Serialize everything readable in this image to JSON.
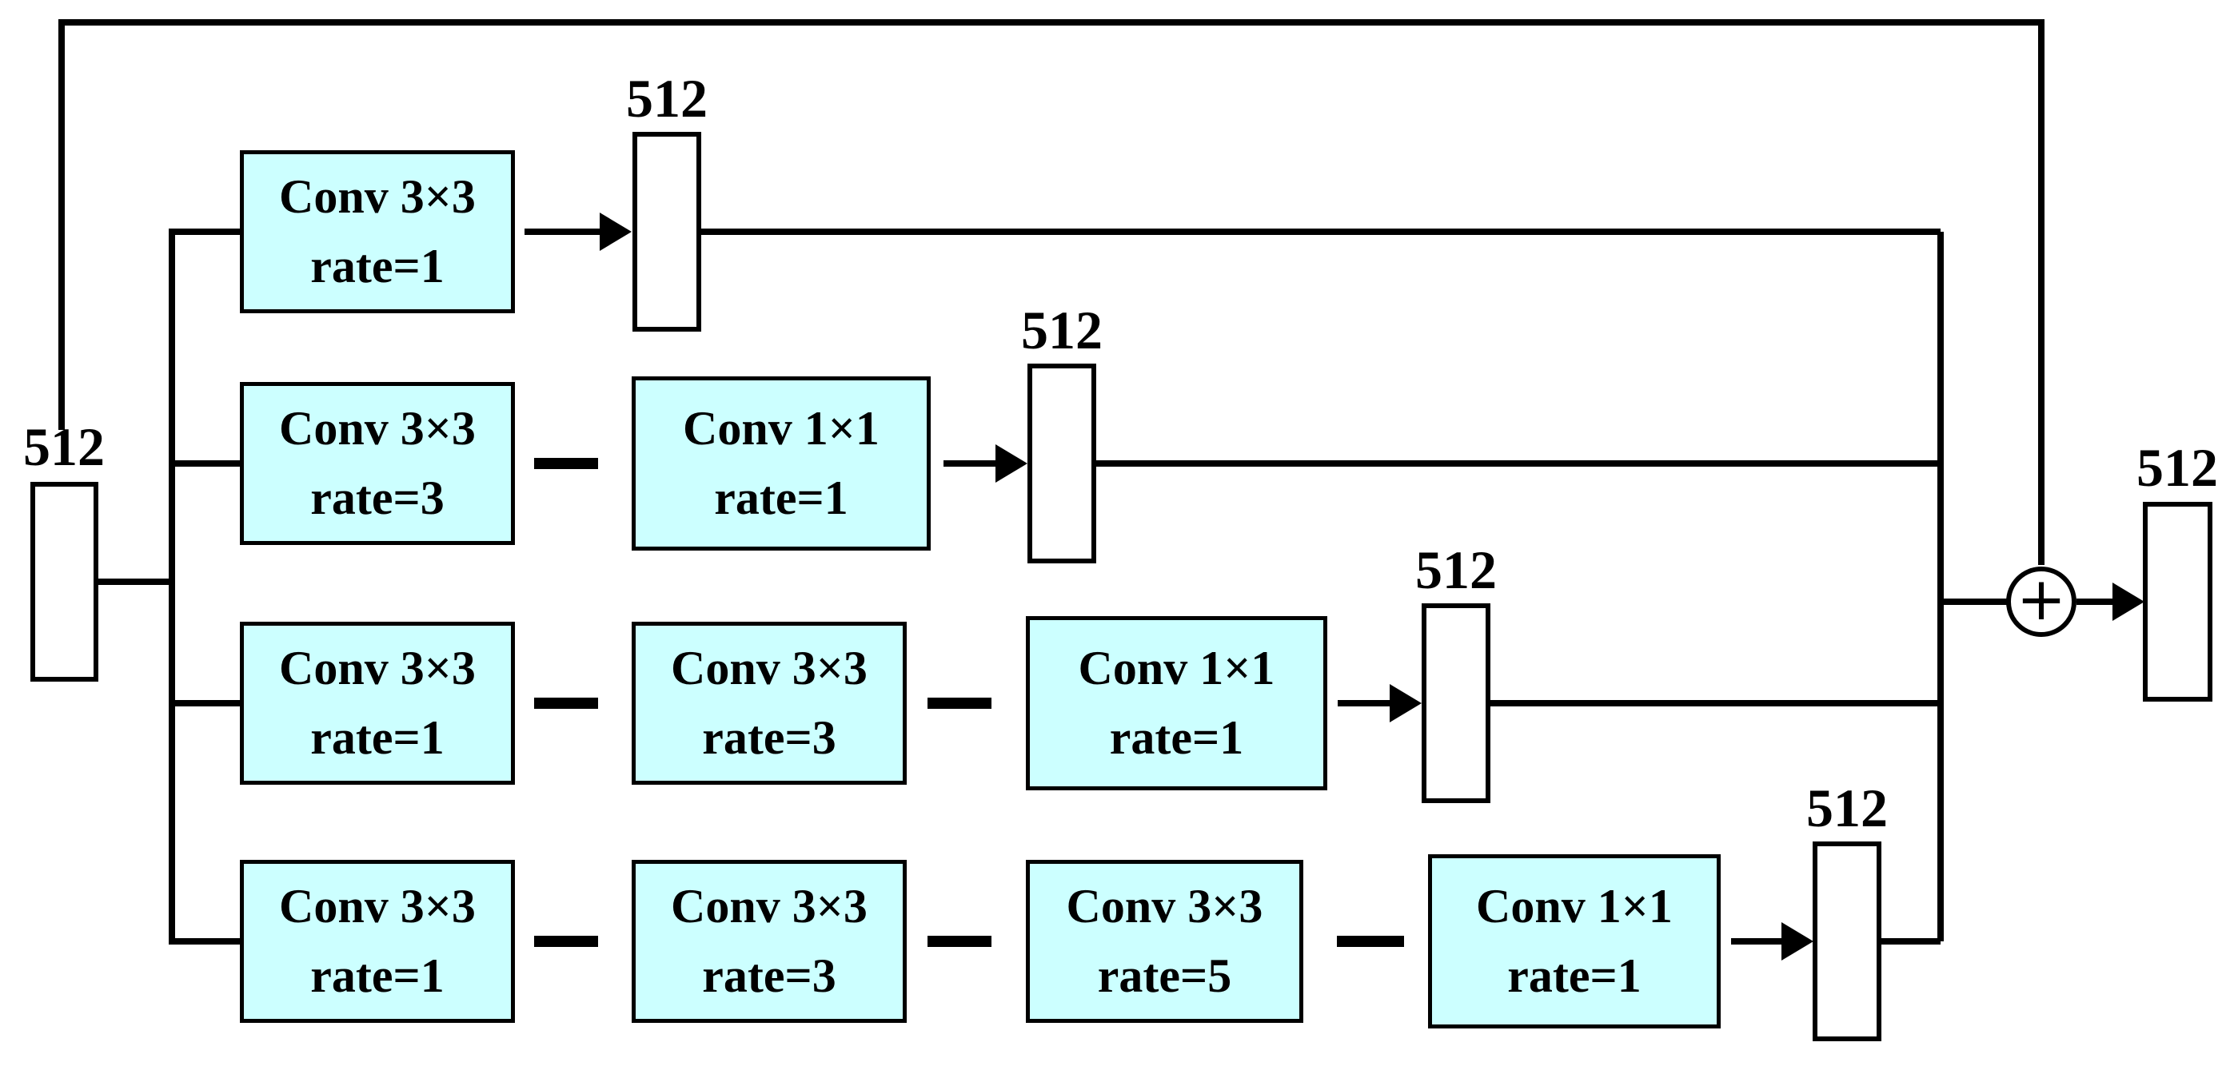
{
  "diagram": {
    "description": "Multi-branch dilated convolution module with residual sum",
    "input": {
      "label": "512"
    },
    "output": {
      "label": "512"
    },
    "sum_symbol": "+",
    "branches": [
      {
        "ops": [
          {
            "name": "Conv 3×3",
            "rate": "rate=1"
          }
        ],
        "out_label": "512"
      },
      {
        "ops": [
          {
            "name": "Conv 3×3",
            "rate": "rate=3"
          },
          {
            "name": "Conv 1×1",
            "rate": "rate=1"
          }
        ],
        "out_label": "512"
      },
      {
        "ops": [
          {
            "name": "Conv 3×3",
            "rate": "rate=1"
          },
          {
            "name": "Conv 3×3",
            "rate": "rate=3"
          },
          {
            "name": "Conv 1×1",
            "rate": "rate=1"
          }
        ],
        "out_label": "512"
      },
      {
        "ops": [
          {
            "name": "Conv 3×3",
            "rate": "rate=1"
          },
          {
            "name": "Conv 3×3",
            "rate": "rate=3"
          },
          {
            "name": "Conv 3×3",
            "rate": "rate=5"
          },
          {
            "name": "Conv 1×1",
            "rate": "rate=1"
          }
        ],
        "out_label": "512"
      }
    ],
    "colors": {
      "box_fill": "#ccffff",
      "box_border": "#000000",
      "line": "#000000",
      "background": "#ffffff"
    }
  }
}
